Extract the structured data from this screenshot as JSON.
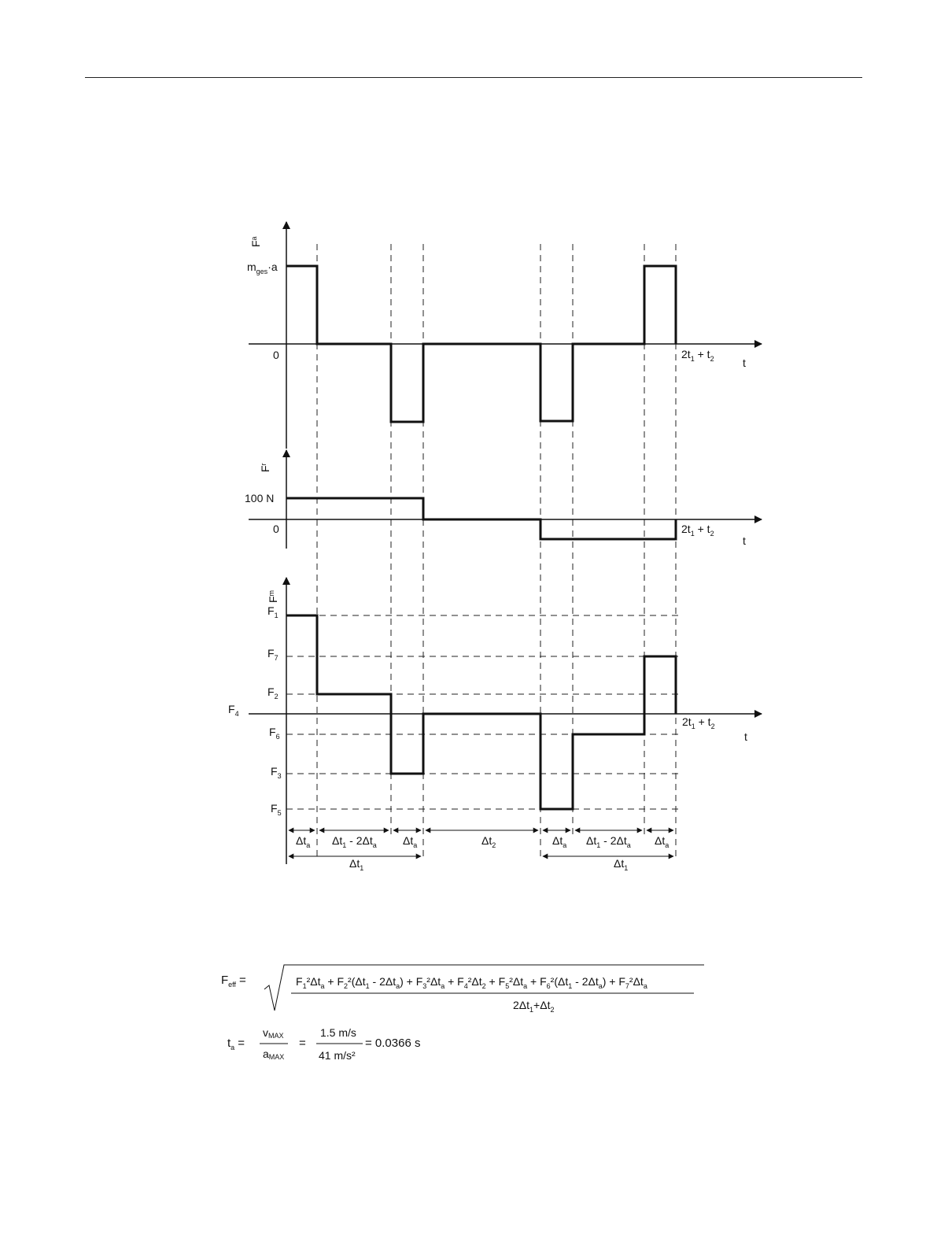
{
  "chart1": {
    "y_axis_label": "F",
    "y_axis_sub": "a",
    "level_label": "m",
    "level_sub": "ges",
    "level_suffix": "·a",
    "zero_label": "0",
    "end_label": "2t",
    "end_sub1": "1",
    "end_mid": " + t",
    "end_sub2": "2",
    "x_axis_label": "t"
  },
  "chart2": {
    "y_axis_label": "F",
    "y_axis_sub": "r",
    "level_label": "100 N",
    "zero_label": "0",
    "end_label": "2t",
    "end_sub1": "1",
    "end_mid": " + t",
    "end_sub2": "2",
    "x_axis_label": "t"
  },
  "chart3": {
    "y_axis_label": "F",
    "y_axis_sub": "m",
    "levels": [
      {
        "name": "F",
        "sub": "1"
      },
      {
        "name": "F",
        "sub": "7"
      },
      {
        "name": "F",
        "sub": "2"
      },
      {
        "name": "F",
        "sub": "4"
      },
      {
        "name": "F",
        "sub": "6"
      },
      {
        "name": "F",
        "sub": "3"
      },
      {
        "name": "F",
        "sub": "5"
      }
    ],
    "end_label": "2t",
    "end_sub1": "1",
    "end_mid": " + t",
    "end_sub2": "2",
    "x_axis_label": "t"
  },
  "intervals": {
    "ta": {
      "d": "Δt",
      "sub": "a"
    },
    "mid_a": {
      "d": "Δt",
      "sub": "1",
      "rest": " - 2Δt",
      "sub2": "a"
    },
    "t2": {
      "d": "Δt",
      "sub": "2"
    },
    "t1": {
      "d": "Δt",
      "sub": "1"
    }
  },
  "formula_feff": {
    "lhs": "F",
    "lhs_sub": "eff",
    "eq": "=",
    "numerator": [
      {
        "t": "F"
      },
      {
        "s": "1"
      },
      {
        "t": "²Δt"
      },
      {
        "s": "a"
      },
      {
        "t": " + F"
      },
      {
        "s": "2"
      },
      {
        "t": "²(Δt"
      },
      {
        "s": "1"
      },
      {
        "t": " - 2Δt"
      },
      {
        "s": "a"
      },
      {
        "t": ") + F"
      },
      {
        "s": "3"
      },
      {
        "t": "²Δt"
      },
      {
        "s": "a"
      },
      {
        "t": " + F"
      },
      {
        "s": "4"
      },
      {
        "t": "²Δt"
      },
      {
        "s": "2"
      },
      {
        "t": " + F"
      },
      {
        "s": "5"
      },
      {
        "t": "²Δt"
      },
      {
        "s": "a"
      },
      {
        "t": " + F"
      },
      {
        "s": "6"
      },
      {
        "t": "²(Δt"
      },
      {
        "s": "1"
      },
      {
        "t": " - 2Δt"
      },
      {
        "s": "a"
      },
      {
        "t": ") + F"
      },
      {
        "s": "7"
      },
      {
        "t": "²Δt"
      },
      {
        "s": "a"
      }
    ],
    "denominator": [
      {
        "t": "2Δt"
      },
      {
        "s": "1"
      },
      {
        "t": "+Δt"
      },
      {
        "s": "2"
      }
    ]
  },
  "formula_ta": {
    "lhs": "t",
    "lhs_sub": "a",
    "eq": "=",
    "frac1_num": "v",
    "frac1_num_sub": "MAX",
    "frac1_den": "a",
    "frac1_den_sub": "MAX",
    "eq2": "=",
    "frac2_num": "1.5 m/s",
    "frac2_den": "41 m/s²",
    "result": "= 0.0366 s"
  }
}
